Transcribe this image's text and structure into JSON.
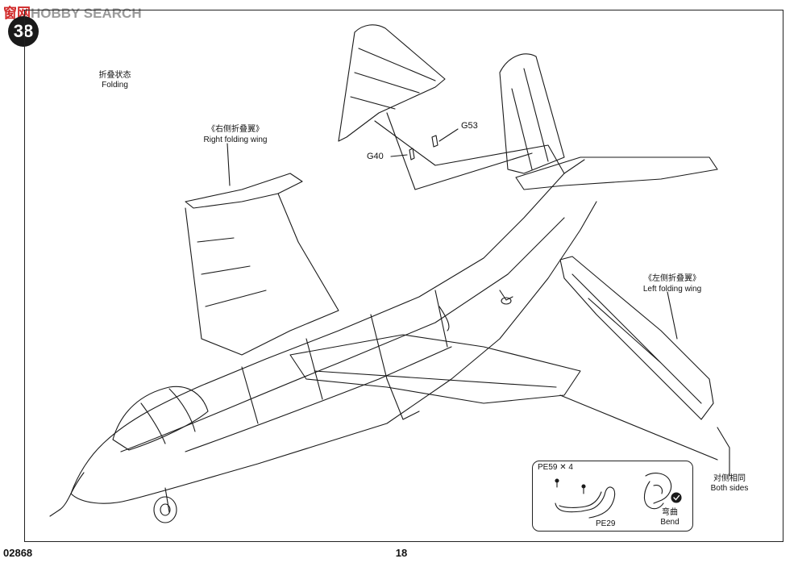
{
  "watermark": {
    "cn": "窗网",
    "en": "HOBBY SEARCH"
  },
  "step_number": "38",
  "labels": {
    "folding_cn": "折叠状态",
    "folding_en": "Folding",
    "right_wing_cn": "《右侧折叠翼》",
    "right_wing_en": "Right folding wing",
    "left_wing_cn": "《左侧折叠翼》",
    "left_wing_en": "Left folding wing",
    "g53": "G53",
    "g40": "G40",
    "both_sides_cn": "对侧相同",
    "both_sides_en": "Both sides",
    "pe59": "PE59 ✕ 4",
    "pe29": "PE29",
    "bend_cn": "弯曲",
    "bend_en": "Bend"
  },
  "footer": {
    "catalog_no": "02868",
    "page_no": "18"
  }
}
